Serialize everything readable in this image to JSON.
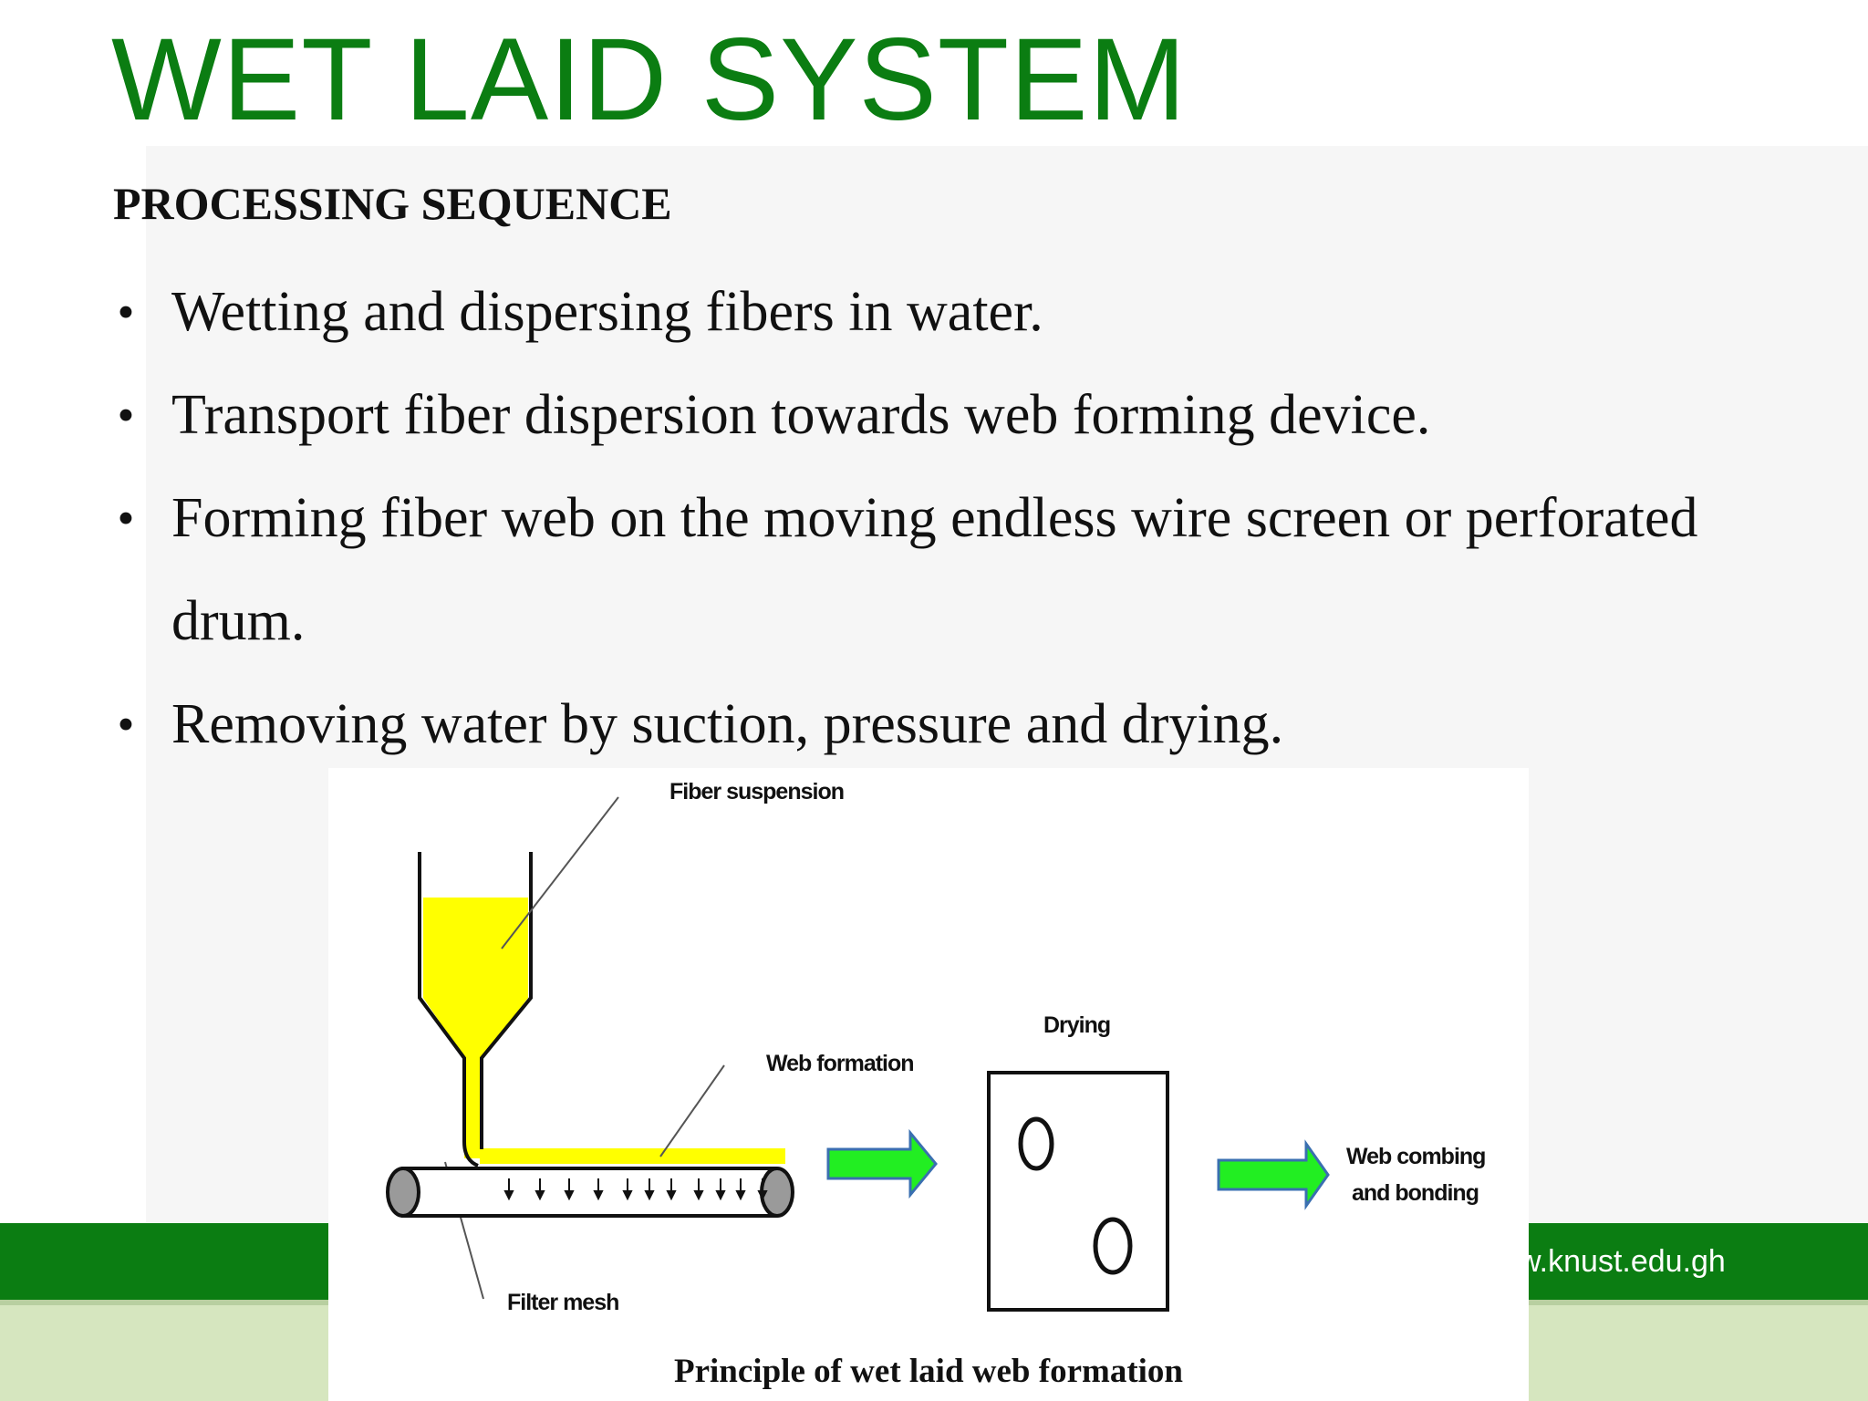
{
  "slide": {
    "title": "WET LAID SYSTEM",
    "subtitle": "PROCESSING SEQUENCE",
    "bullets": [
      "Wetting and dispersing fibers in water.",
      "Transport fiber dispersion towards web forming device.",
      "Forming fiber web on the moving endless wire screen or perforated drum.",
      "Removing water by suction, pressure and drying."
    ],
    "bullet_symbol": "•"
  },
  "footer": {
    "url": "w.knust.edu.gh",
    "colors": {
      "bar": "#0b7d12",
      "band": "#d6e6bf"
    }
  },
  "figure": {
    "labels": {
      "fiber_suspension": "Fiber suspension",
      "web_formation": "Web formation",
      "drying": "Drying",
      "web_combing": "Web combing",
      "and_bonding": "and bonding",
      "filter_mesh": "Filter mesh"
    },
    "caption": "Principle of wet laid web formation",
    "colors": {
      "suspension": "#ffff00",
      "arrow": "#22ee22",
      "arrow_outline": "#3a6fb0",
      "roller": "#9a9a9a"
    }
  }
}
